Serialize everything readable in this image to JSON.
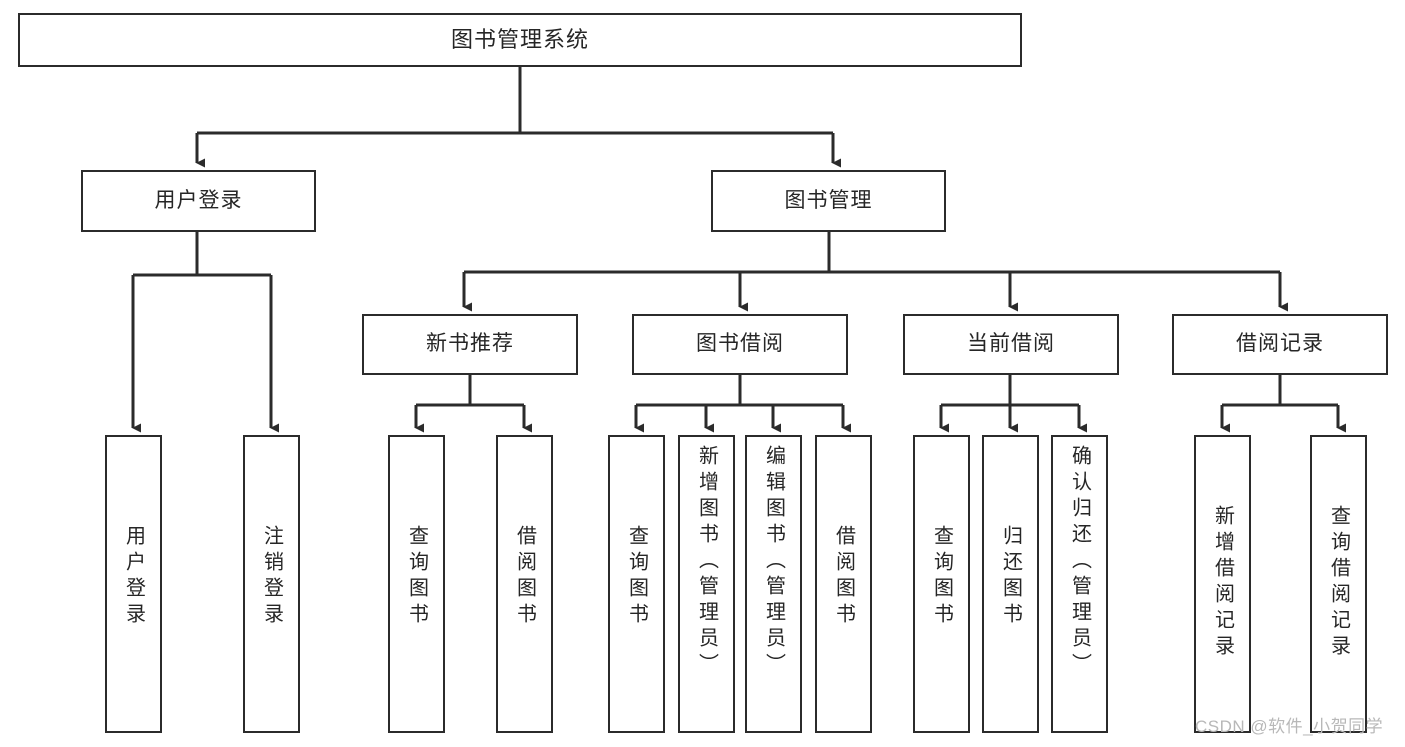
{
  "diagram": {
    "title": "图书管理系统",
    "type": "hierarchy-tree",
    "root": {
      "id": "root",
      "label": "图书管理系统"
    },
    "level2": [
      {
        "id": "user-login",
        "label": "用户登录"
      },
      {
        "id": "book-manage",
        "label": "图书管理"
      }
    ],
    "level3": [
      {
        "id": "new-book-recommend",
        "label": "新书推荐",
        "parent": "book-manage"
      },
      {
        "id": "book-borrow",
        "label": "图书借阅",
        "parent": "book-manage"
      },
      {
        "id": "current-borrow",
        "label": "当前借阅",
        "parent": "book-manage"
      },
      {
        "id": "borrow-record",
        "label": "借阅记录",
        "parent": "book-manage"
      }
    ],
    "leaves": [
      {
        "id": "leaf-user-login",
        "label": "用户登录",
        "parent": "user-login"
      },
      {
        "id": "leaf-user-logout",
        "label": "注销登录",
        "parent": "user-login"
      },
      {
        "id": "leaf-query-book-1",
        "label": "查询图书",
        "parent": "new-book-recommend"
      },
      {
        "id": "leaf-borrow-book-1",
        "label": "借阅图书",
        "parent": "new-book-recommend"
      },
      {
        "id": "leaf-query-book-2",
        "label": "查询图书",
        "parent": "book-borrow"
      },
      {
        "id": "leaf-add-book",
        "label": "新增图书（管理员）",
        "parent": "book-borrow"
      },
      {
        "id": "leaf-edit-book",
        "label": "编辑图书（管理员）",
        "parent": "book-borrow"
      },
      {
        "id": "leaf-borrow-book-2",
        "label": "借阅图书",
        "parent": "book-borrow"
      },
      {
        "id": "leaf-query-book-3",
        "label": "查询图书",
        "parent": "current-borrow"
      },
      {
        "id": "leaf-return-book",
        "label": "归还图书",
        "parent": "current-borrow"
      },
      {
        "id": "leaf-confirm-return",
        "label": "确认归还（管理员）",
        "parent": "current-borrow"
      },
      {
        "id": "leaf-add-record",
        "label": "新增借阅记录",
        "parent": "borrow-record"
      },
      {
        "id": "leaf-query-record",
        "label": "查询借阅记录",
        "parent": "borrow-record"
      }
    ],
    "watermark": "CSDN @软件_小贺同学",
    "colors": {
      "stroke": "#2b2b2b",
      "fill": "#ffffff",
      "text": "#262626",
      "watermark": "#b8b8b8"
    }
  }
}
